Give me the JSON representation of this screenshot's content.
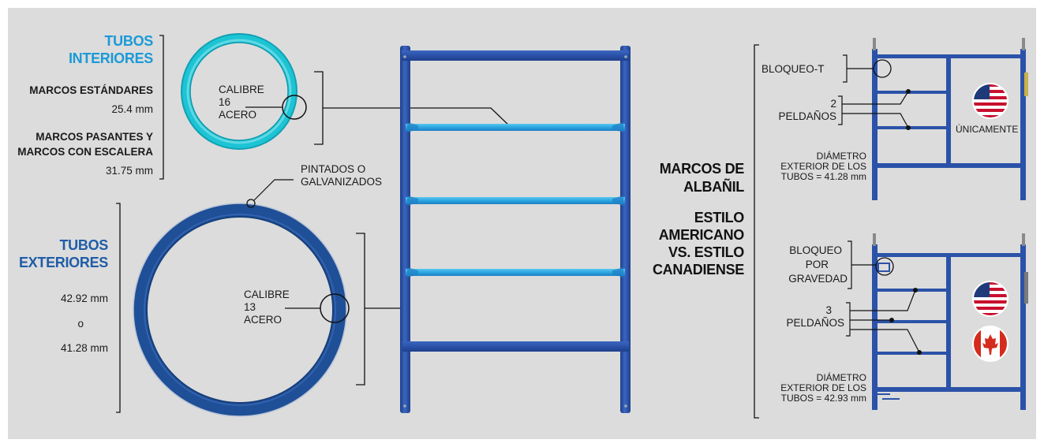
{
  "inner_tubes": {
    "title_line1": "TUBOS",
    "title_line2": "INTERIORES",
    "standard_label": "MARCOS ESTÁNDARES",
    "standard_value": "25.4 mm",
    "walkthru_label_line1": "MARCOS PASANTES Y",
    "walkthru_label_line2": "MARCOS CON ESCALERA",
    "walkthru_value": "31.75 mm",
    "gauge_line1": "CALIBRE",
    "gauge_line2": "16",
    "gauge_line3": "ACERO",
    "color_inner": "#1cc4d4"
  },
  "finish": {
    "line1": "PINTADOS O",
    "line2": "GALVANIZADOS"
  },
  "outer_tubes": {
    "title_line1": "TUBOS",
    "title_line2": "EXTERIORES",
    "value1": "42.92 mm",
    "or": "o",
    "value2": "41.28 mm",
    "gauge_line1": "CALIBRE",
    "gauge_line2": "13",
    "gauge_line3": "ACERO",
    "color_outer": "#1f4f96"
  },
  "mason_frames": {
    "title_line1": "MARCOS DE",
    "title_line2": "ALBAÑIL",
    "style_line1": "ESTILO",
    "style_line2": "AMERICANO",
    "style_line3": "VS. ESTILO",
    "style_line4": "CANADIENSE"
  },
  "american_frame": {
    "lock_label": "BLOQUEO-T",
    "rungs_line1": "2",
    "rungs_line2": "PELDAÑOS",
    "only_label": "ÚNICAMENTE",
    "diameter_line1": "DIÁMETRO",
    "diameter_line2": "EXTERIOR DE LOS",
    "diameter_line3": "TUBOS = 41.28 mm",
    "flag_icon": "usa-flag-icon"
  },
  "canadian_frame": {
    "lock_line1": "BLOQUEO",
    "lock_line2": "POR",
    "lock_line3": "GRAVEDAD",
    "rungs_line1": "3",
    "rungs_line2": "PELDAÑOS",
    "diameter_line1": "DIÁMETRO",
    "diameter_line2": "EXTERIOR DE LOS",
    "diameter_line3": "TUBOS = 42.93 mm",
    "flag_icons": [
      "usa-flag-icon",
      "canada-flag-icon"
    ]
  },
  "colors": {
    "panel": "#dcdcdc",
    "frame_blue": "#2b52a8",
    "rung_cyan": "#2aa6e0",
    "heading_cyan": "#1b9ad8",
    "heading_navy": "#1f5ca8"
  }
}
